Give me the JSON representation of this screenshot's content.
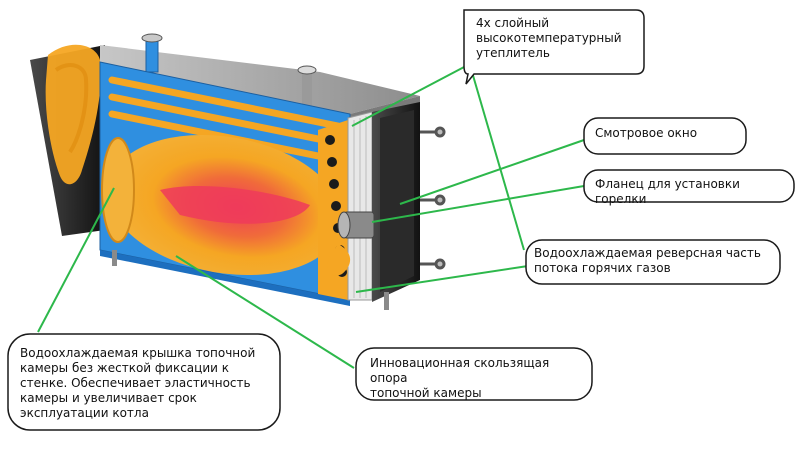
{
  "callouts": {
    "insulation": "4х слойный\nвысокотемпературный\nутеплитель",
    "sight_window": "Смотровое окно",
    "burner_flange": "Фланец для установки горелки",
    "reverse_part": "Водоохлаждаемая реверсная часть\nпотока горячих газов",
    "sliding_support": "Инновационная скользящая опора\nтопочной камеры",
    "chamber_lid": "Водоохлаждаемая крышка топочной\nкамеры без жесткой фиксации к\nстенке. Обеспечивает эластичность\nкамеры и увеличивает срок\nэксплуатации котла"
  },
  "colors": {
    "boiler_blue": "#2f8fe0",
    "flame_orange": "#f5a623",
    "flame_core": "#ee3b5b",
    "leader_green": "#2db84b",
    "casing_gray": "#a9a9a9",
    "dark_panel": "#1b1b1b"
  }
}
